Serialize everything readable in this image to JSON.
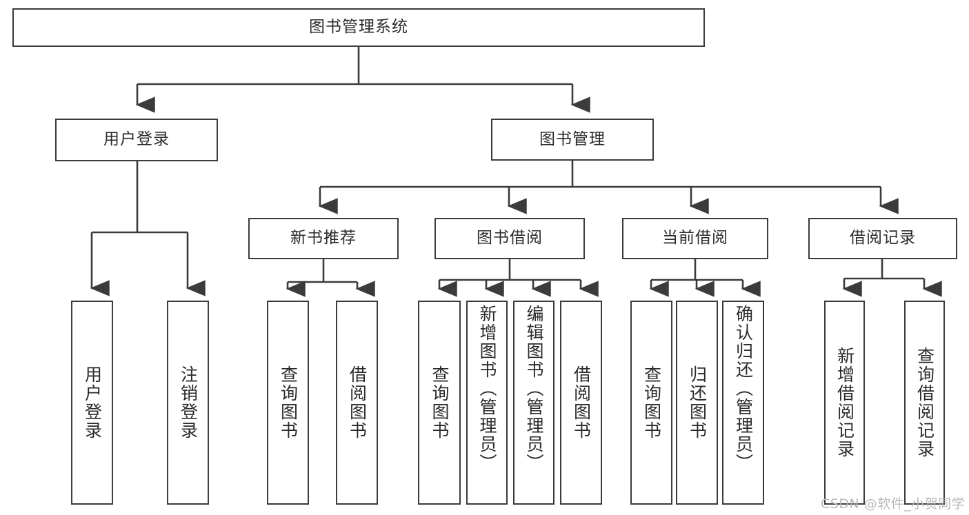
{
  "diagram": {
    "title": "图书管理系统",
    "type": "tree-hierarchy-chart",
    "watermark": "CSDN @软件_小贺同学",
    "colors": {
      "background": "#ffffff",
      "box_border": "#3b3b3b",
      "box_fill": "#ffffff",
      "text": "#2b2b2b",
      "connector": "#3b3b3b",
      "watermark": "#b9b9b9"
    },
    "root": {
      "label": "图书管理系统"
    },
    "level2": [
      {
        "label": "用户登录"
      },
      {
        "label": "图书管理"
      }
    ],
    "level3": [
      {
        "label": "新书推荐"
      },
      {
        "label": "图书借阅"
      },
      {
        "label": "当前借阅"
      },
      {
        "label": "借阅记录"
      }
    ],
    "leaves": {
      "user_login": [
        {
          "label": "用户登录"
        },
        {
          "label": "注销登录"
        }
      ],
      "new_book_recommend": [
        {
          "label": "查询图书"
        },
        {
          "label": "借阅图书"
        }
      ],
      "book_borrow": [
        {
          "label": "查询图书"
        },
        {
          "label": "新增图书（管理员）"
        },
        {
          "label": "编辑图书（管理员）"
        },
        {
          "label": "借阅图书"
        }
      ],
      "current_borrow": [
        {
          "label": "查询图书"
        },
        {
          "label": "归还图书"
        },
        {
          "label": "确认归还（管理员）"
        }
      ],
      "borrow_record": [
        {
          "label": "新增借阅记录"
        },
        {
          "label": "查询借阅记录"
        }
      ]
    }
  }
}
